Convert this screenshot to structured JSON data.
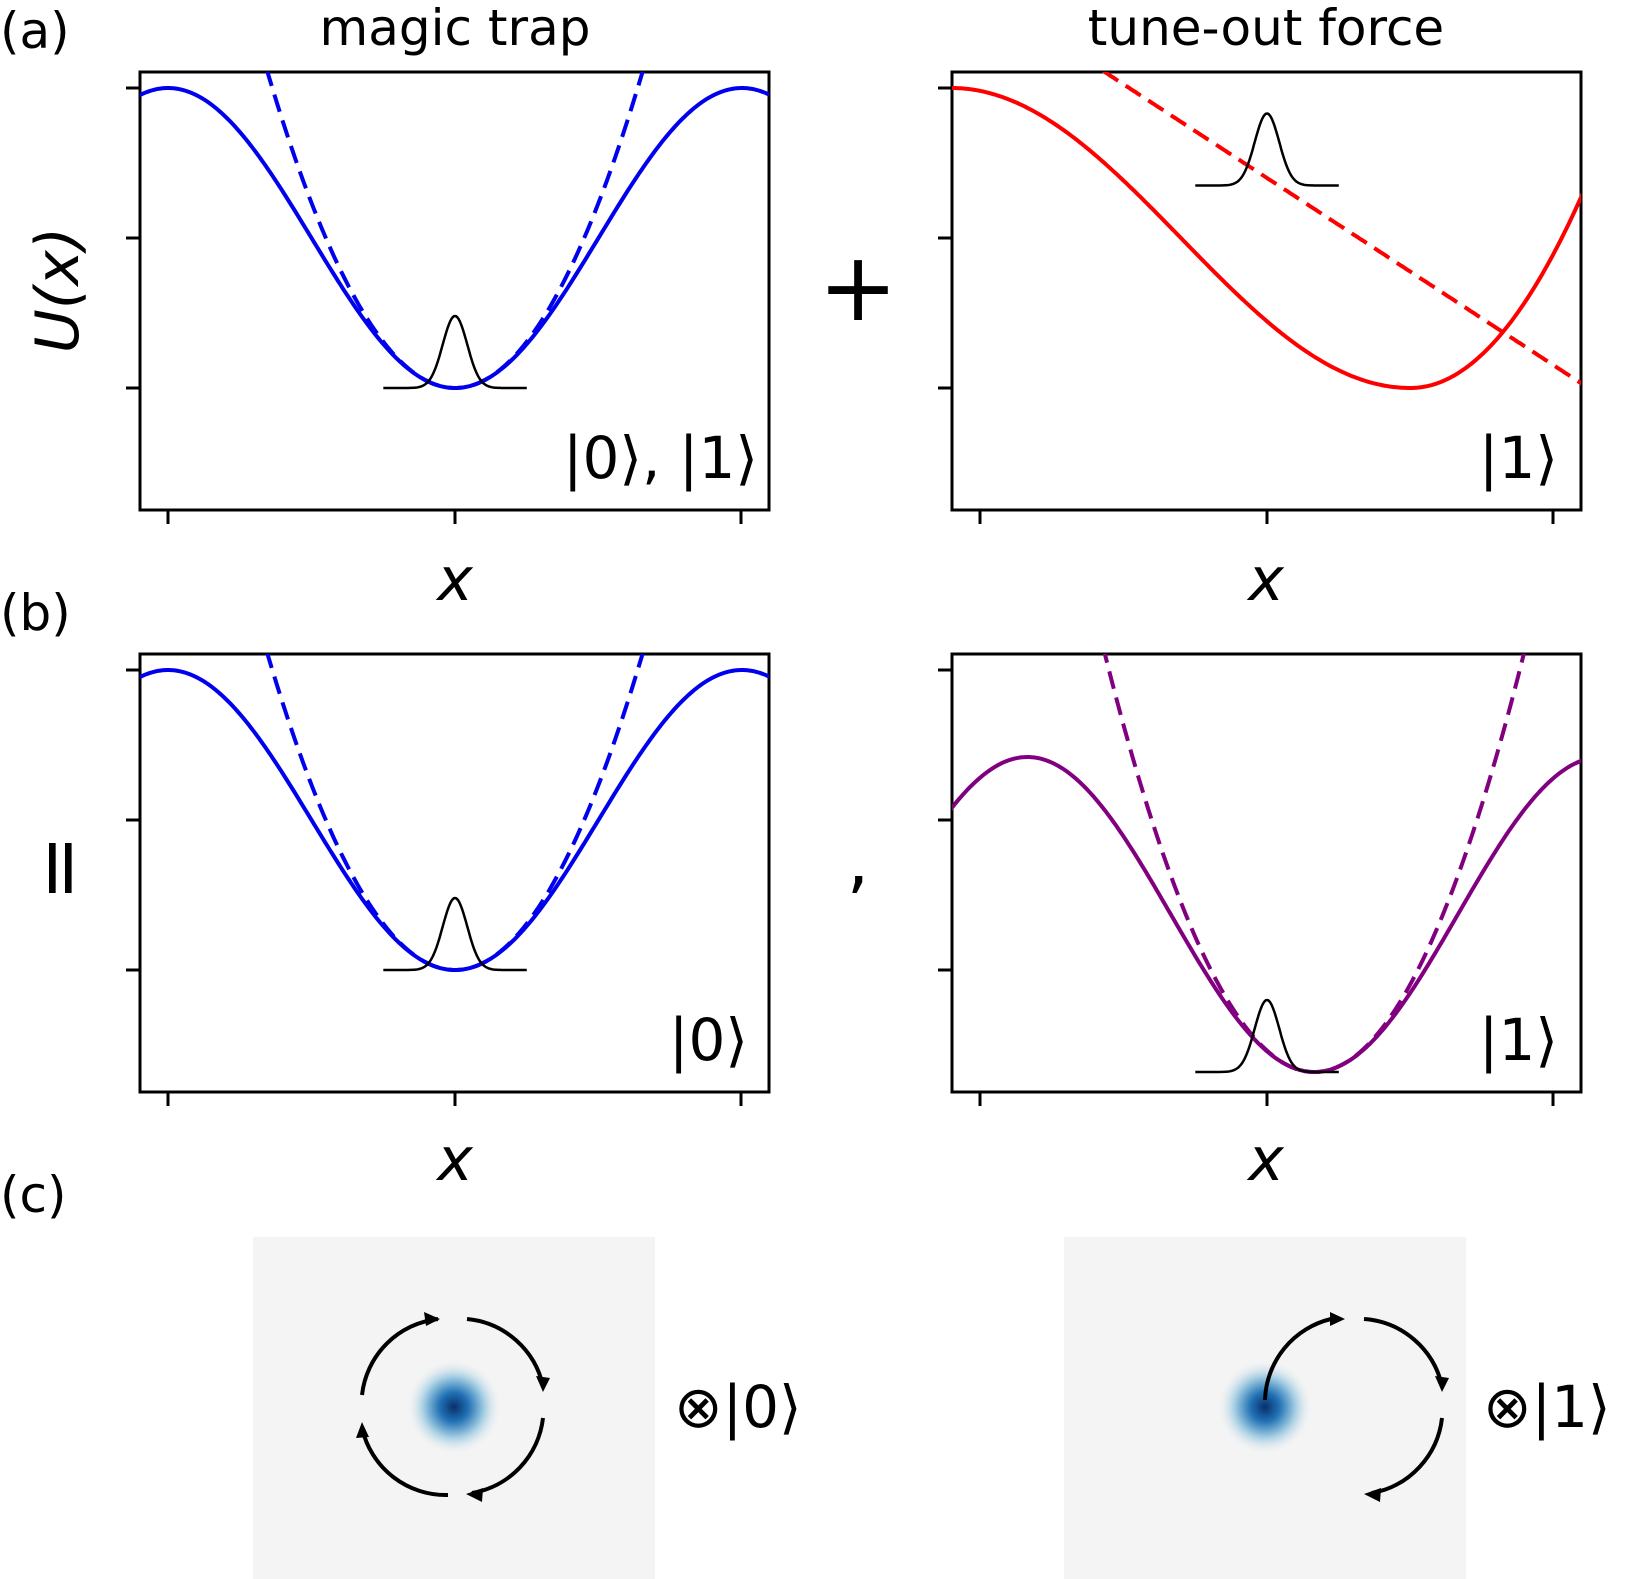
{
  "panel_labels": {
    "a": "(a)",
    "b": "(b)",
    "c": "(c)"
  },
  "column_titles": {
    "left": "magic trap",
    "right": "tune-out force"
  },
  "ylabel": "U(x)",
  "xlabel": "x",
  "operators": {
    "plus": "+",
    "equals": "=",
    "comma": ","
  },
  "plot_state_labels": {
    "a_left": "|0⟩, |1⟩",
    "a_right": "|1⟩",
    "b_left": "|0⟩",
    "b_right": "|1⟩"
  },
  "tensor_labels": {
    "left": "⊗|0⟩",
    "right": "⊗|1⟩"
  },
  "colors": {
    "magic": "#0000ee",
    "tuneout": "#ff0000",
    "combined": "#800080",
    "wavepacket": "#000000",
    "density_dark": "#08306b",
    "density_mid": "#2171b5",
    "density_bg": "#f4f4f4"
  },
  "chart_data": [
    {
      "type": "line",
      "panel": "a-left",
      "curves": [
        "cosine trap (solid)",
        "harmonic approx (dashed)",
        "gaussian wavepacket"
      ],
      "potential": "U = -cos(x)",
      "center": 0
    },
    {
      "type": "line",
      "panel": "a-right",
      "curves": [
        "tune-out potential (solid)",
        "linear force approx (dashed)",
        "gaussian wavepacket"
      ]
    },
    {
      "type": "line",
      "panel": "b-left",
      "curves": [
        "cosine trap (solid)",
        "harmonic approx (dashed)",
        "gaussian wavepacket"
      ],
      "center": 0
    },
    {
      "type": "line",
      "panel": "b-right",
      "curves": [
        "displaced trap (solid)",
        "harmonic approx (dashed)",
        "gaussian wavepacket"
      ],
      "center_shift": 0.4
    }
  ]
}
